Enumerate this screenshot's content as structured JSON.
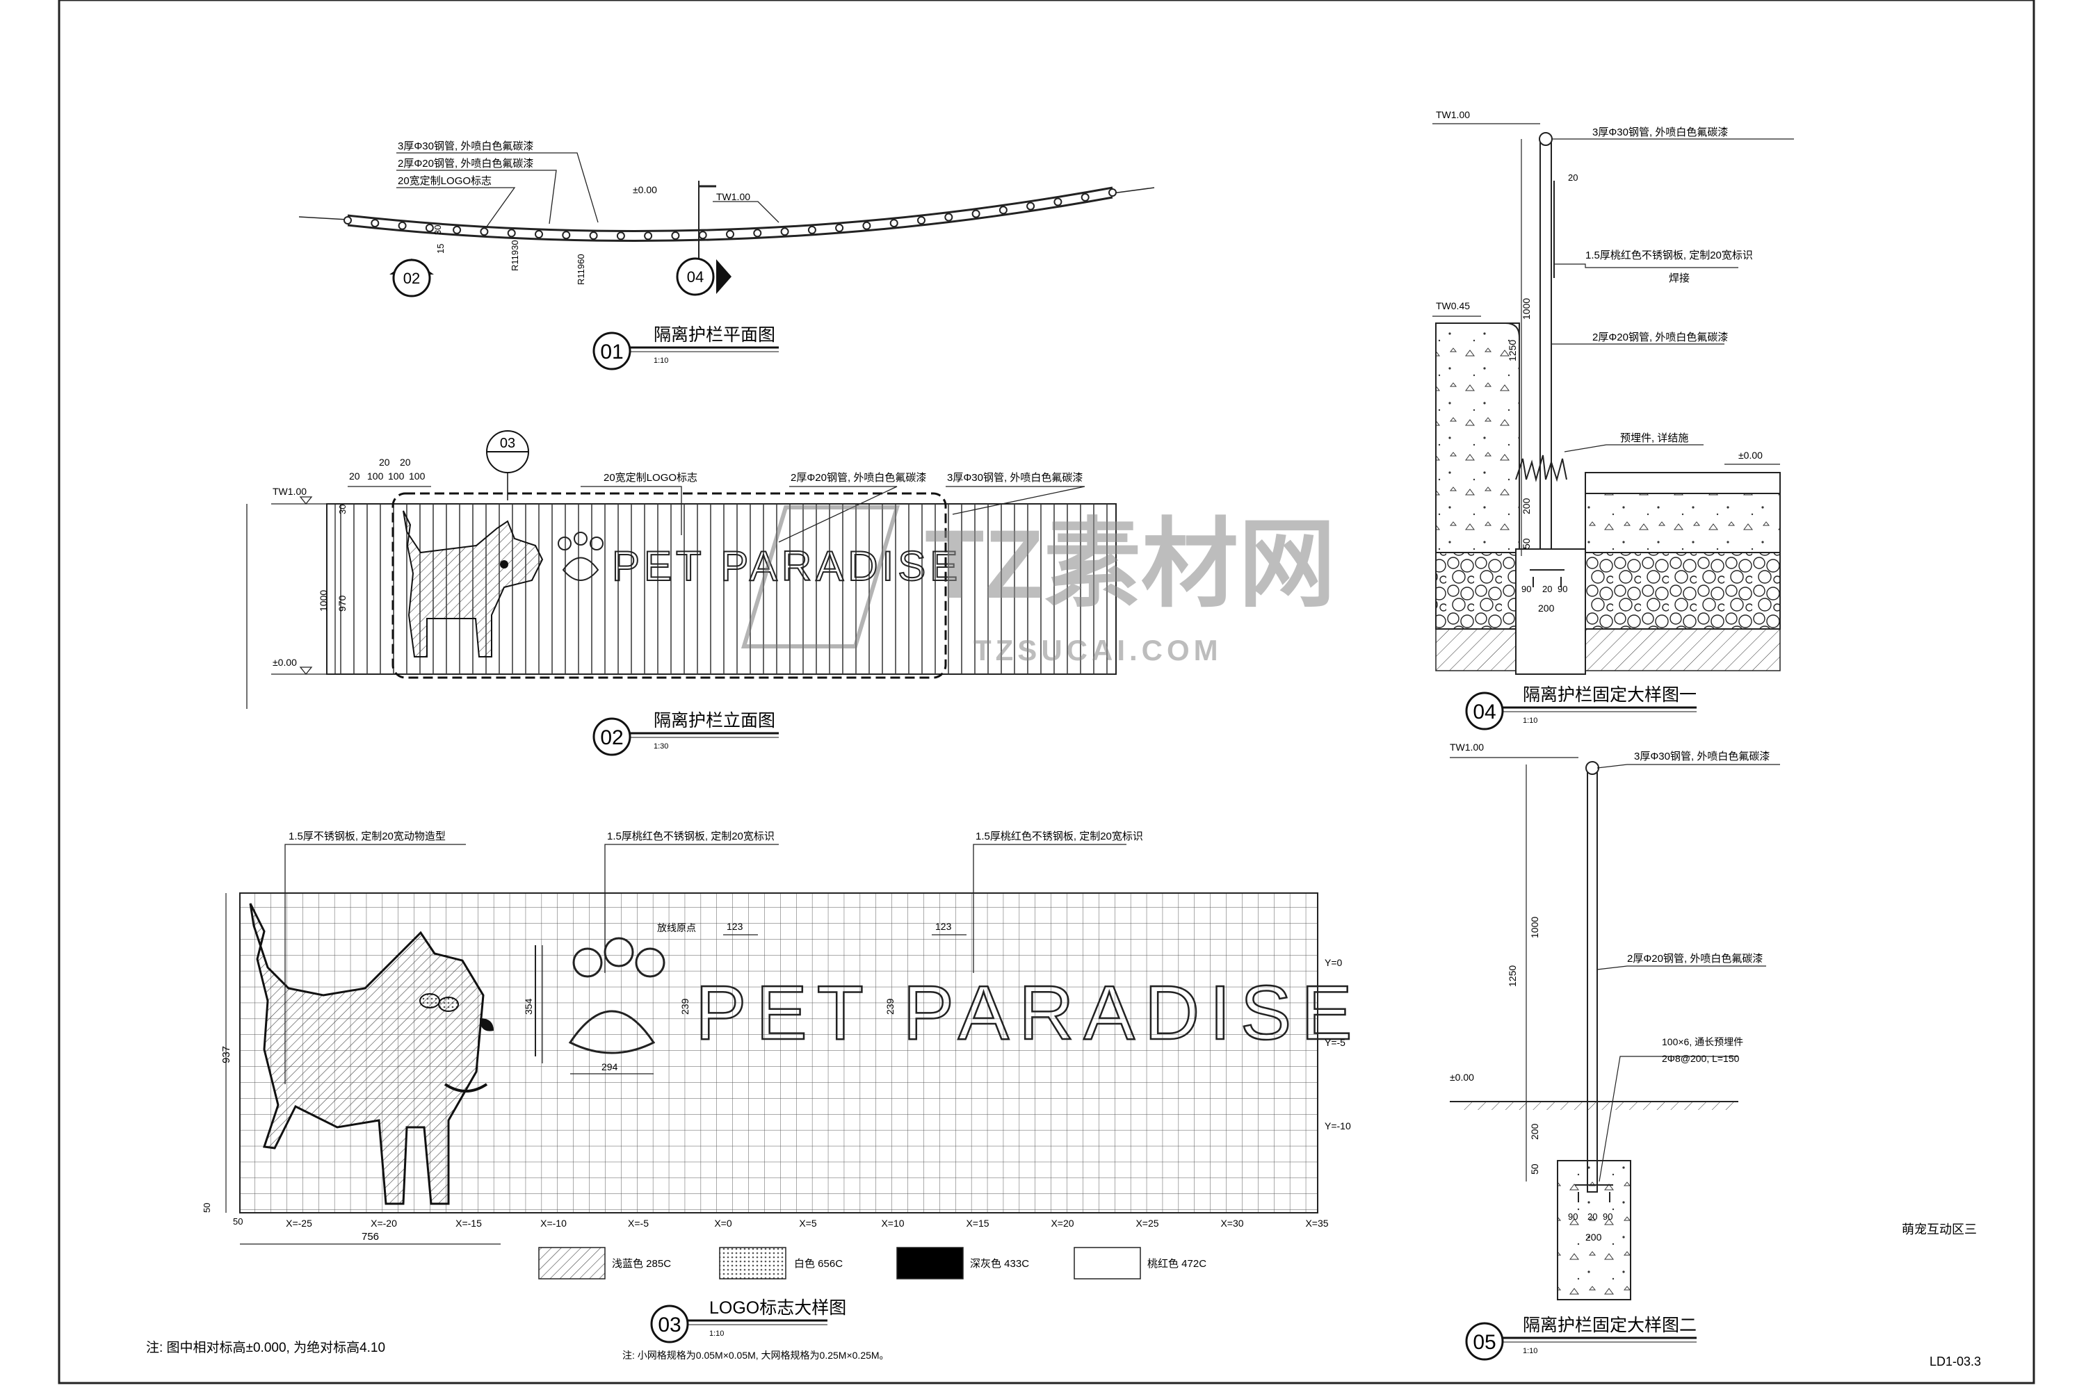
{
  "view01": {
    "num": "01",
    "title": "隔离护栏平面图",
    "scale": "1:10",
    "callouts": [
      "3厚Φ30钢管, 外喷白色氟碳漆",
      "2厚Φ20钢管, 外喷白色氟碳漆",
      "20宽定制LOGO标志"
    ],
    "level_zero": "±0.00",
    "level_tw": "TW1.00",
    "dims": [
      "30",
      "15",
      "R11930",
      "R11960"
    ],
    "section_markers": [
      "02",
      "04"
    ]
  },
  "view02": {
    "num": "02",
    "title": "隔离护栏立面图",
    "scale": "1:30",
    "ref_marker": "03",
    "callouts": [
      "20宽定制LOGO标志",
      "2厚Φ20钢管, 外喷白色氟碳漆",
      "3厚Φ30钢管, 外喷白色氟碳漆"
    ],
    "top_dims": [
      "20",
      "20",
      "20",
      "100",
      "100",
      "100"
    ],
    "level_tw": "TW1.00",
    "level_zero": "±0.00",
    "dims": [
      "30",
      "1000",
      "970"
    ],
    "sign_text": "PET PARADISE"
  },
  "view03": {
    "num": "03",
    "title": "LOGO标志大样图",
    "scale": "1:10",
    "callouts": [
      "1.5厚不锈钢板, 定制20宽动物造型",
      "1.5厚桃红色不锈钢板, 定制20宽标识",
      "1.5厚桃红色不锈钢板, 定制20宽标识"
    ],
    "origin_label": "放线原点",
    "dims": [
      "123",
      "123",
      "354",
      "294",
      "239",
      "239",
      "937",
      "756",
      "50",
      "50"
    ],
    "y_labels": [
      "Y=0",
      "Y=-5",
      "Y=-10"
    ],
    "x_labels": [
      "X=-25",
      "X=-20",
      "X=-15",
      "X=-10",
      "X=-5",
      "X=0",
      "X=5",
      "X=10",
      "X=15",
      "X=20",
      "X=25",
      "X=30",
      "X=35"
    ],
    "sign_text": "PET PARADISE",
    "legend": [
      {
        "label": "浅蓝色 285C",
        "pattern": "hatch"
      },
      {
        "label": "白色 656C",
        "pattern": "dots"
      },
      {
        "label": "深灰色 433C",
        "pattern": "solid"
      },
      {
        "label": "桃红色 472C",
        "pattern": "blank"
      }
    ],
    "grid_note": "注: 小网格规格为0.05M×0.05M, 大网格规格为0.25M×0.25M。"
  },
  "view04": {
    "num": "04",
    "title": "隔离护栏固定大样图一",
    "scale": "1:10",
    "callouts": [
      "3厚Φ30钢管, 外喷白色氟碳漆",
      "1.5厚桃红色不锈钢板, 定制20宽标识",
      "焊接",
      "2厚Φ20钢管, 外喷白色氟碳漆",
      "预埋件, 详结施"
    ],
    "levels": [
      "TW1.00",
      "TW0.45",
      "±0.00"
    ],
    "dims": [
      "20",
      "1000",
      "1250",
      "200",
      "50",
      "90",
      "20",
      "90",
      "200"
    ]
  },
  "view05": {
    "num": "05",
    "title": "隔离护栏固定大样图二",
    "scale": "1:10",
    "callouts": [
      "3厚Φ30钢管, 外喷白色氟碳漆",
      "2厚Φ20钢管, 外喷白色氟碳漆",
      "100×6, 通长预埋件",
      "2Φ8@200, L=150"
    ],
    "levels": [
      "TW1.00",
      "±0.00"
    ],
    "dims": [
      "1000",
      "1250",
      "200",
      "50",
      "90",
      "20",
      "90",
      "200"
    ]
  },
  "sheet": {
    "area": "萌宠互动区三",
    "number": "LD1-03.3",
    "note": "注: 图中相对标高±0.000, 为绝对标高4.10"
  },
  "watermark": {
    "main": "TZ素材网",
    "sub": "TZSUCAI.COM"
  }
}
